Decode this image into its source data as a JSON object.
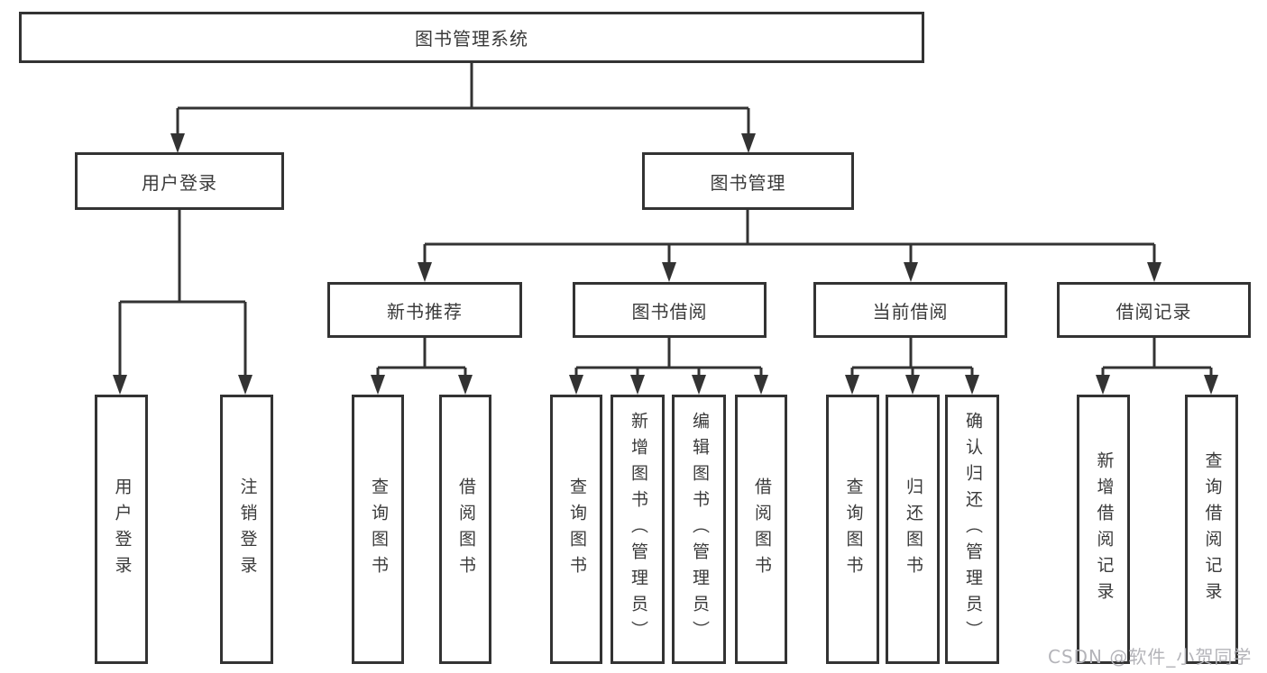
{
  "diagram": {
    "root": "图书管理系统",
    "branches": [
      {
        "label": "用户登录",
        "children": [
          "用户登录",
          "注销登录"
        ]
      },
      {
        "label": "图书管理",
        "groups": [
          {
            "label": "新书推荐",
            "children": [
              "查询图书",
              "借阅图书"
            ]
          },
          {
            "label": "图书借阅",
            "children": [
              "查询图书",
              "新增图书（管理员）",
              "编辑图书（管理员）",
              "借阅图书"
            ]
          },
          {
            "label": "当前借阅",
            "children": [
              "查询图书",
              "归还图书",
              "确认归还（管理员）"
            ]
          },
          {
            "label": "借阅记录",
            "children": [
              "新增借阅记录",
              "查询借阅记录"
            ]
          }
        ]
      }
    ]
  },
  "watermark": "CSDN @软件_小贺同学",
  "colors": {
    "line": "#333333",
    "box_border": "#333333",
    "box_background": "#ffffff",
    "text": "#3a3a3a",
    "watermark": "#b4b4b9"
  }
}
